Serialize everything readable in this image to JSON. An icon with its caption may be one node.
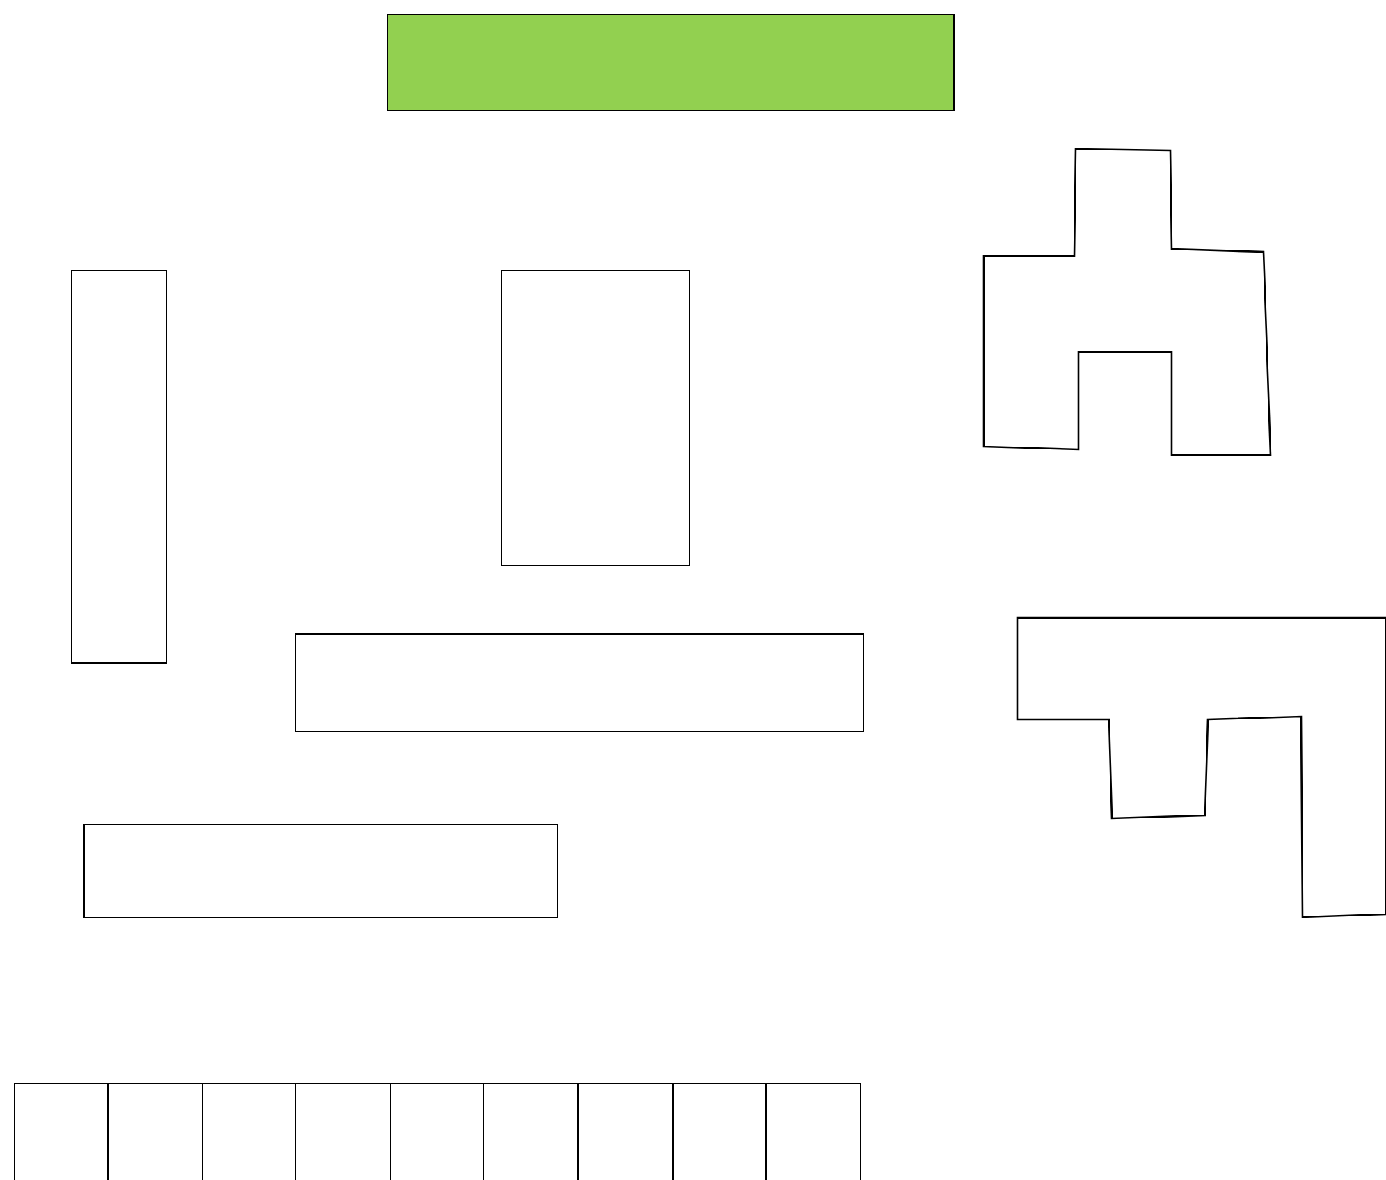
{
  "diagram": {
    "nodes": [
      {
        "text": [],
        "shape": "bar"
      },
      {
        "text": [],
        "shape": "polygon"
      },
      {
        "text": [],
        "shape": "box"
      },
      {
        "text": [],
        "shape": "box"
      },
      {
        "text": [],
        "shape": "box"
      },
      {
        "text": [],
        "shape": "polygon"
      },
      {
        "text": [],
        "shape": "box"
      },
      {
        "text": [],
        "shape": "box"
      },
      {
        "text": [],
        "shape": "box"
      },
      {
        "text": [],
        "shape": "box"
      },
      {
        "text": [],
        "shape": "box"
      },
      {
        "text": [],
        "shape": "box"
      },
      {
        "text": [],
        "shape": "box"
      },
      {
        "text": [],
        "shape": "box"
      },
      {
        "text": [],
        "shape": "box"
      },
      {
        "text": [],
        "shape": "box"
      }
    ]
  }
}
